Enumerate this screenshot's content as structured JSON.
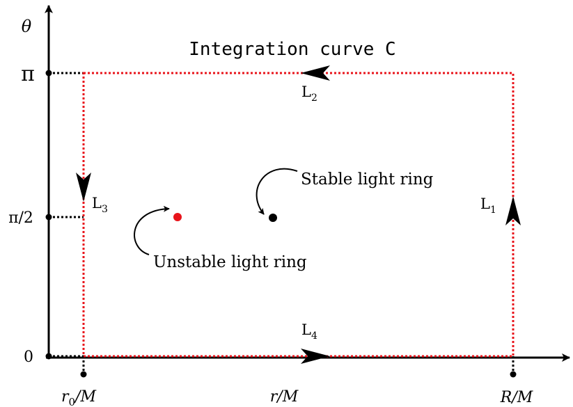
{
  "title": "Integration curve C",
  "axes": {
    "y_label": "θ",
    "x_label": {
      "main": "r",
      "rest": "/M"
    },
    "y_ticks": {
      "pi": "π",
      "pi_half": "π/2",
      "zero": "0"
    },
    "x_ticks": {
      "r0": {
        "main": "r",
        "sub": "0",
        "rest": "/M"
      },
      "R": {
        "main": "R",
        "rest": "/M"
      }
    }
  },
  "segments": {
    "L1": {
      "main": "L",
      "sub": "1"
    },
    "L2": {
      "main": "L",
      "sub": "2"
    },
    "L3": {
      "main": "L",
      "sub": "3"
    },
    "L4": {
      "main": "L",
      "sub": "4"
    }
  },
  "points": {
    "unstable": {
      "label": "Unstable light ring"
    },
    "stable": {
      "label": "Stable light ring"
    }
  },
  "colors": {
    "contour": "#e8141b",
    "unstable_point": "#e8141b",
    "stable_point": "#000000",
    "axes": "#000000"
  }
}
